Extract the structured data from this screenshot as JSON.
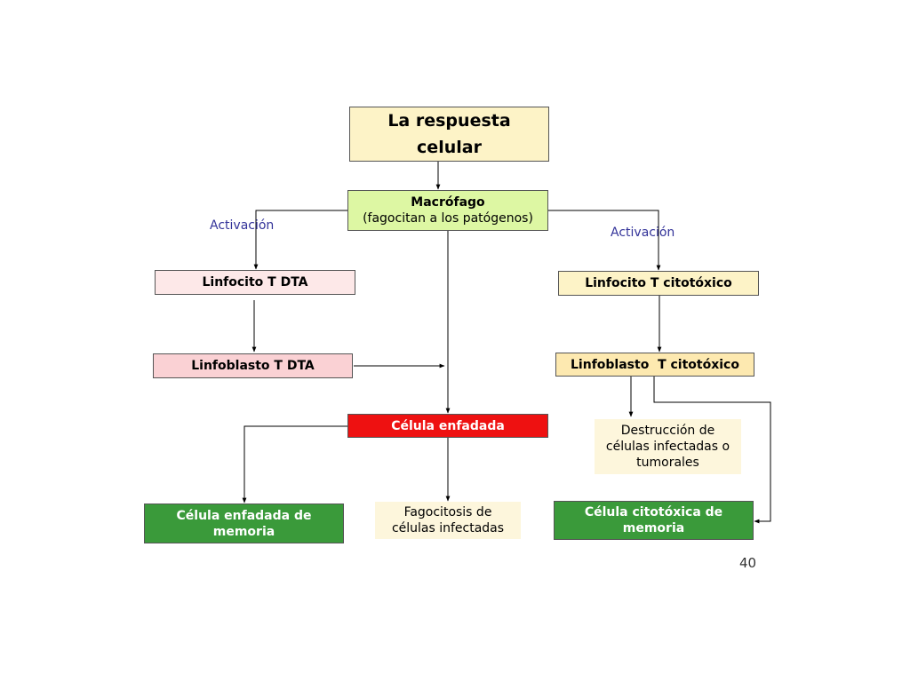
{
  "nodes": {
    "title": {
      "lines": [
        "La respuesta",
        "celular"
      ]
    },
    "macrofago": {
      "lines": [
        "Macrófago",
        "(fagocitan a los patógenos)"
      ]
    },
    "linfocito_dta": {
      "label": "Linfocito T DTA"
    },
    "linfoblasto_dta": {
      "label": "Linfoblasto T DTA"
    },
    "linfocito_cito": {
      "label": "Linfocito T citotóxico"
    },
    "linfoblasto_cito": {
      "label": "Linfoblasto  T citotóxico"
    },
    "celula_enfadada": {
      "label": "Célula enfadada"
    },
    "destruccion": {
      "lines": [
        "Destrucción de",
        "células infectadas o",
        "tumorales"
      ]
    },
    "fagocitosis": {
      "lines": [
        "Fagocitosis de",
        "células infectadas"
      ]
    },
    "memoria_enfadada": {
      "lines": [
        "Célula enfadada de",
        "memoria"
      ]
    },
    "memoria_cito": {
      "lines": [
        "Célula citotóxica de",
        "memoria"
      ]
    }
  },
  "edge_labels": {
    "activacion_left": "Activación",
    "activacion_right": "Activación"
  },
  "page_number": "40",
  "colors": {
    "title_fill": "#fdf3c7",
    "macrofago_fill": "#ddf7a3",
    "dta_fill": "#fde8e8",
    "linfoblasto_dta_fill": "#fad1d4",
    "cito_fill": "#fdf3c7",
    "linfoblasto_cito_fill": "#fde9b0",
    "enfadada_fill": "#ee1111",
    "note_fill": "#fdf6dc",
    "memoria_fill": "#3a9a3a",
    "edge_label_color": "#333399"
  }
}
